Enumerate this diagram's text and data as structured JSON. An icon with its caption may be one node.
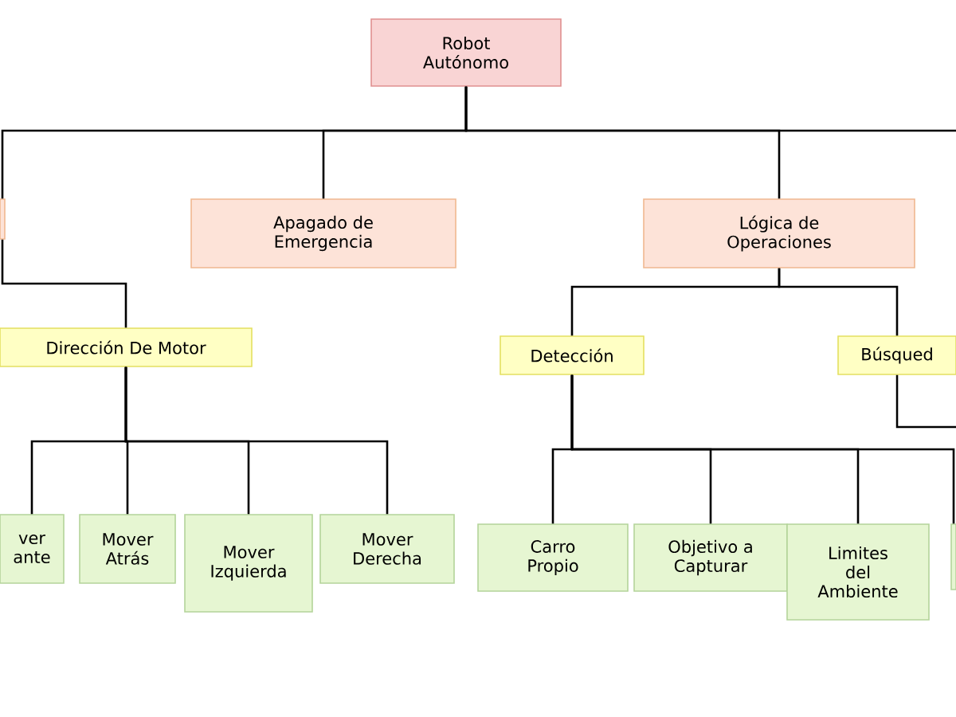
{
  "diagram": {
    "nodes": [
      {
        "text": [
          "Robot Autónomo"
        ]
      },
      {
        "text": [],
        "shape": "box"
      },
      {
        "text": [
          "Apagado de Emergencia"
        ]
      },
      {
        "text": [
          "Lógica de Operaciones"
        ]
      },
      {
        "text": [
          "Dirección De Motor"
        ]
      },
      {
        "text": [
          "Detección"
        ]
      },
      {
        "text": [
          "Búsqued"
        ]
      },
      {
        "text": [
          "ver ante"
        ]
      },
      {
        "text": [
          "Mover Atrás"
        ]
      },
      {
        "text": [
          "Mover Izquierda"
        ]
      },
      {
        "text": [
          "Mover Derecha"
        ]
      },
      {
        "text": [
          "Carro Propio"
        ]
      },
      {
        "text": [
          "Objetivo a Capturar"
        ]
      },
      {
        "text": [
          "Limites del Ambiente"
        ]
      },
      {
        "text": [],
        "shape": "box"
      }
    ],
    "edges": [
      {
        "from": 0,
        "to": 1,
        "arrow": "none"
      },
      {
        "from": 0,
        "to": 2,
        "arrow": "none"
      },
      {
        "from": 0,
        "to": 3,
        "arrow": "none"
      },
      {
        "from": 0,
        "to": null,
        "arrow": "none"
      },
      {
        "from": 1,
        "to": 4,
        "arrow": "none"
      },
      {
        "from": 4,
        "to": 7,
        "arrow": "none"
      },
      {
        "from": 4,
        "to": 8,
        "arrow": "none"
      },
      {
        "from": 4,
        "to": 9,
        "arrow": "none"
      },
      {
        "from": 4,
        "to": 10,
        "arrow": "none"
      },
      {
        "from": 3,
        "to": 5,
        "arrow": "none"
      },
      {
        "from": 3,
        "to": 6,
        "arrow": "none"
      },
      {
        "from": 5,
        "to": 11,
        "arrow": "none"
      },
      {
        "from": 5,
        "to": 12,
        "arrow": "none"
      },
      {
        "from": 5,
        "to": 13,
        "arrow": "none"
      },
      {
        "from": 5,
        "to": 14,
        "arrow": "none"
      },
      {
        "from": 6,
        "to": null,
        "arrow": "none"
      }
    ]
  }
}
